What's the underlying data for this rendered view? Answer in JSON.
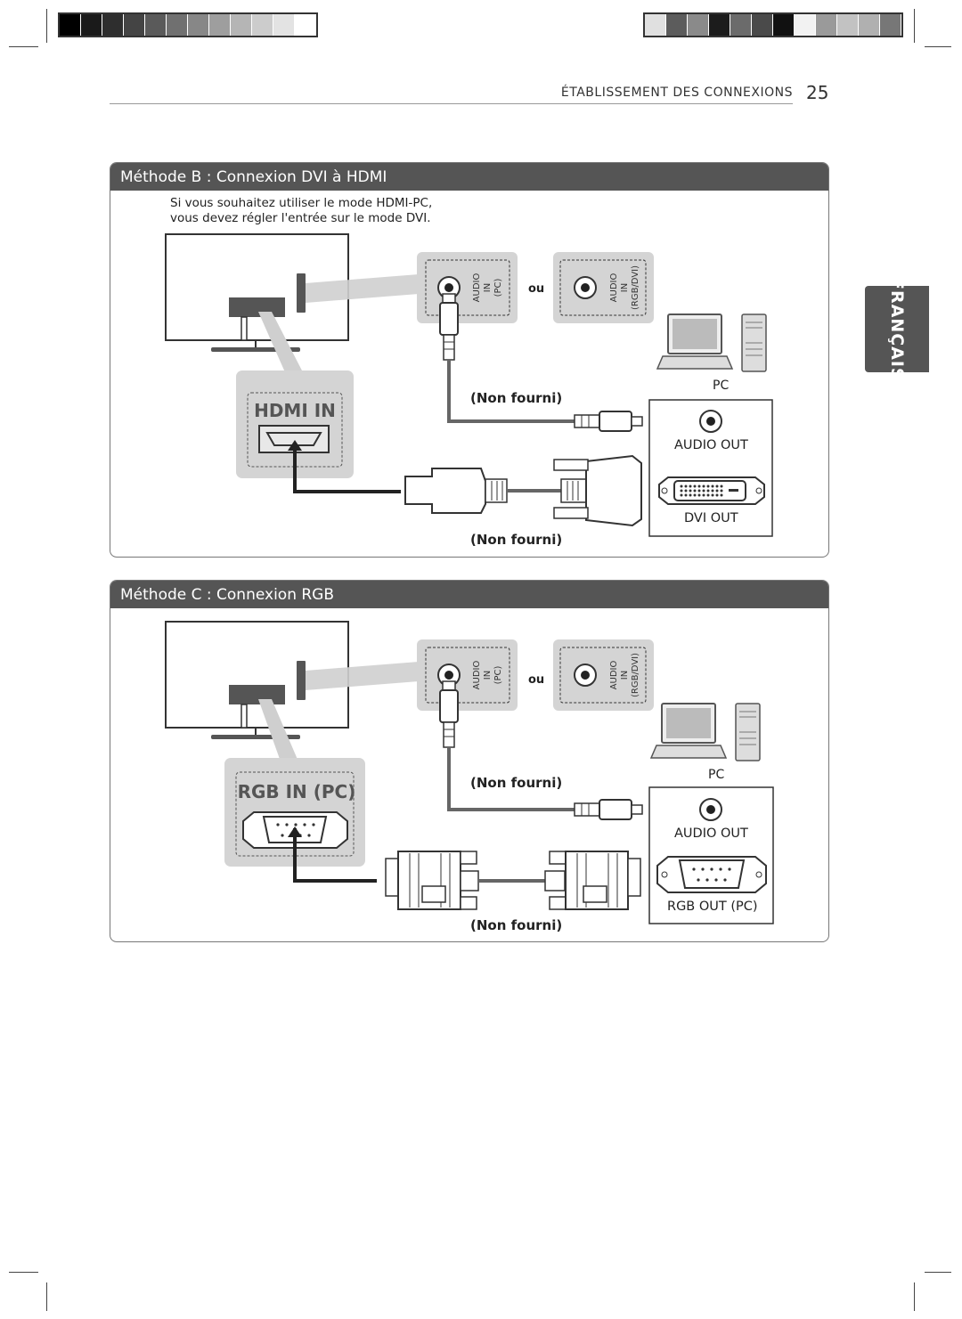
{
  "header": {
    "section_title": "ÉTABLISSEMENT DES CONNEXIONS",
    "page_number": "25"
  },
  "language_tab": "FRANÇAIS",
  "method_b": {
    "title": "Méthode B : Connexion DVI à HDMI",
    "note_line1": "Si vous souhaitez utiliser le mode HDMI-PC,",
    "note_line2": "vous devez régler l'entrée sur le mode DVI.",
    "tv_port_label": "HDMI IN",
    "audio_in_pc": [
      "AUDIO",
      "IN",
      "(PC)"
    ],
    "audio_in_rgbdvi": [
      "AUDIO",
      "IN",
      "(RGB/DVI)"
    ],
    "or_text": "ou",
    "pc_label": "PC",
    "audio_cable_note": "(Non fourni)",
    "video_cable_note": "(Non fourni)",
    "pc_audio_port": "AUDIO OUT",
    "pc_video_port": "DVI OUT"
  },
  "method_c": {
    "title": "Méthode C : Connexion RGB",
    "tv_port_label": "RGB IN (PC)",
    "audio_in_pc": [
      "AUDIO",
      "IN",
      "(PC)"
    ],
    "audio_in_rgbdvi": [
      "AUDIO",
      "IN",
      "(RGB/DVI)"
    ],
    "or_text": "ou",
    "pc_label": "PC",
    "audio_cable_note": "(Non fourni)",
    "video_cable_note": "(Non fourni)",
    "pc_audio_port": "AUDIO OUT",
    "pc_video_port": "RGB OUT (PC)"
  },
  "colors": {
    "title_bar": "#555555",
    "panel_gray": "#d4d4d4",
    "cable": "#555555"
  }
}
